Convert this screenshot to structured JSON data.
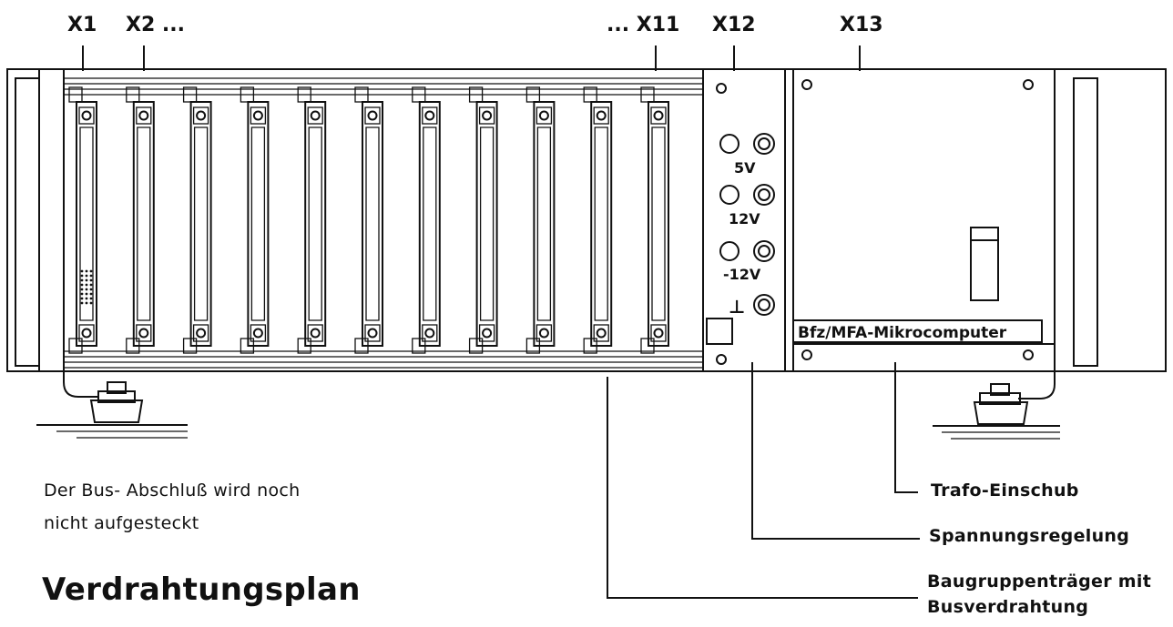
{
  "slot_labels": {
    "x1": "X1",
    "x2": "X2 ...",
    "x11": "... X11",
    "x12": "X12",
    "x13": "X13"
  },
  "voltages": {
    "v5": "5V",
    "v12": "12V",
    "vneg12": "-12V",
    "ground": "⊥"
  },
  "panel_label": "Bfz/MFA-Mikrocomputer",
  "callouts": {
    "trafo": "Trafo-Einschub",
    "spannung": "Spannungsregelung",
    "baugruppe_line1": "Baugruppenträger mit",
    "baugruppe_line2": "Busverdrahtung"
  },
  "note": {
    "line1": "Der Bus-  Abschluß wird noch",
    "line2": "nicht aufgesteckt"
  },
  "title": "Verdrahtungsplan"
}
